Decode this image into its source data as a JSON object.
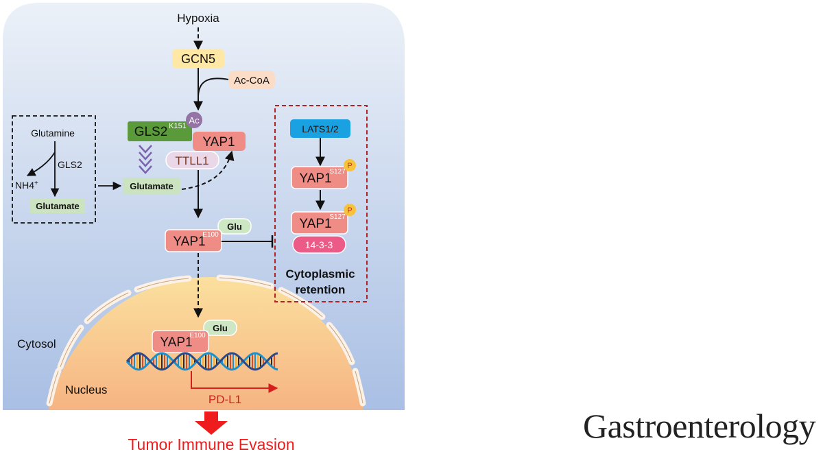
{
  "journal_logo": "Gastroenterology",
  "colors": {
    "panel_top": "#ecf1f8",
    "panel_bottom": "#a9bfe4",
    "gcn5_box": "#ffe8a6",
    "acoa_box": "#fbdcc7",
    "gls2_box": "#5b9a3a",
    "ac_circle": "#9474a4",
    "yap1_box": "#f08c86",
    "ttll1_box": "#ead8e8",
    "ttll1_text": "#7b3a22",
    "glutamate_box": "#cce3c1",
    "glu_box": "#cde6c3",
    "lats_box": "#1aa1e2",
    "p_circle": "#f7c33c",
    "p_text": "#c0321d",
    "box1433": "#ec5b88",
    "red_dash": "#b22222",
    "chevrons": "#7b63b0",
    "pdl1": "#d41e1e",
    "big_arrow": "#ee1c1c",
    "nucleus_top": "#fbe09e",
    "nucleus_bottom": "#f6b483",
    "membrane": "#fbf1e6",
    "membrane_stroke": "#c8a27e"
  },
  "labels": {
    "hypoxia": "Hypoxia",
    "gcn5": "GCN5",
    "acoa": "Ac-CoA",
    "ac": "Ac",
    "gls2": "GLS2",
    "k151": "K151",
    "yap1": "YAP1",
    "ttll1": "TTLL1",
    "glutamine": "Glutamine",
    "gls2_enzyme": "GLS2",
    "nh4": "NH4",
    "nh4_sup": "+",
    "glutamate_inner": "Glutamate",
    "glutamate": "Glutamate",
    "e100": "E100",
    "glu": "Glu",
    "lats": "LATS1/2",
    "s127": "S127",
    "p": "P",
    "box1433": "14-3-3",
    "cyto_retention_line1": "Cytoplasmic",
    "cyto_retention_line2": "retention",
    "cytosol": "Cytosol",
    "nucleus": "Nucleus",
    "pdl1": "PD-L1",
    "tumor": "Tumor Immune Evasion"
  }
}
